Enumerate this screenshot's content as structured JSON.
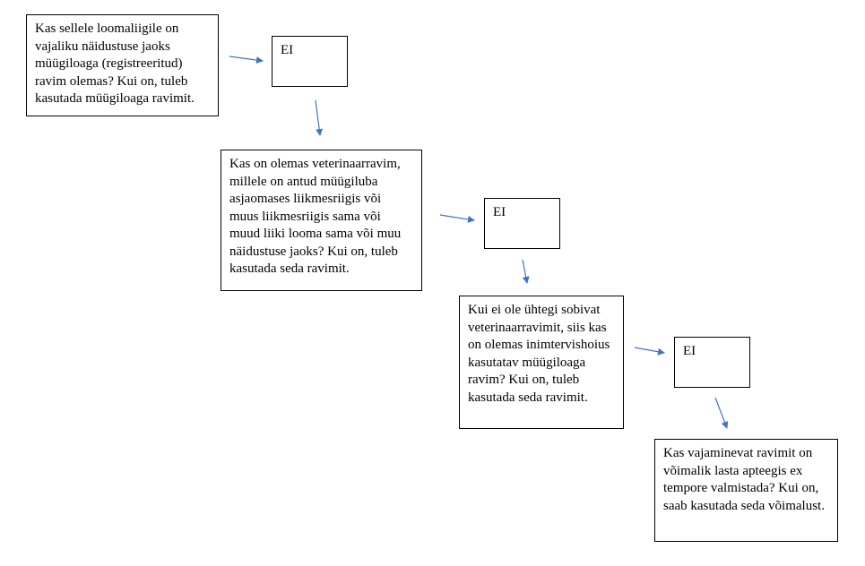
{
  "question_1": "Kas sellele loomaliigile on vajaliku näidustuse jaoks müügiloaga (registreeritud) ravim olemas? Kui on, tuleb kasutada müügiloaga ravimit.",
  "answer_1": "EI",
  "question_2": "Kas on olemas veterinaarravim, millele on antud müügiluba asjaomases liikmesriigis või muus liikmesriigis sama või muud liiki looma sama või muu näidustuse jaoks? Kui on, tuleb kasutada seda ravimit.",
  "answer_2": "EI",
  "question_3": "Kui ei ole ühtegi sobivat veterinaarravimit, siis kas on olemas inimtervishoius kasutatav müügiloaga ravim? Kui on, tuleb kasutada seda ravimit.",
  "answer_3": "EI",
  "question_4": "Kas vajaminevat ravimit on võimalik lasta apteegis ex tempore valmistada? Kui on, saab kasutada seda võimalust.",
  "colors": {
    "arrow": "#4472c4",
    "border": "#000000"
  }
}
